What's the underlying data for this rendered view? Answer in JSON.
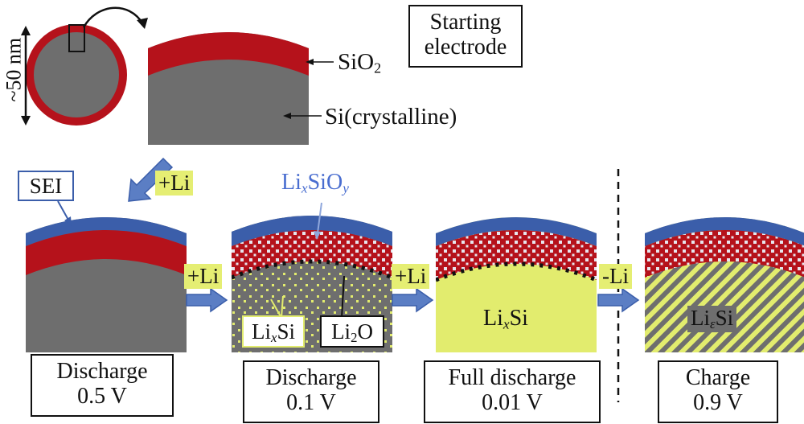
{
  "scale_label": "~50 nm",
  "starting_electrode": {
    "line1": "Starting",
    "line2": "electrode"
  },
  "labels": {
    "sio2": {
      "main": "SiO",
      "sub": "2"
    },
    "si_crystalline": "Si(crystalline)",
    "sei": "SEI",
    "lixsioy": {
      "a": "Li",
      "x": "x",
      "b": "SiO",
      "y": "y"
    },
    "lixsi_small": {
      "a": "Li",
      "x": "x",
      "b": "Si"
    },
    "li2o": {
      "a": "Li",
      "sub": "2",
      "b": "O"
    },
    "lixsi_big": {
      "a": "Li",
      "x": "x",
      "b": "Si"
    },
    "liesi": {
      "a": "Li",
      "e": "ε",
      "b": "Si"
    }
  },
  "steps": {
    "plus_li_1": "+Li",
    "plus_li_2": "+Li",
    "plus_li_3": "+Li",
    "minus_li": "-Li"
  },
  "stages": [
    {
      "name": "Discharge",
      "voltage": "0.5 V"
    },
    {
      "name": "Discharge",
      "voltage": "0.1 V"
    },
    {
      "name": "Full discharge",
      "voltage": "0.01 V"
    },
    {
      "name": "Charge",
      "voltage": "0.9 V"
    }
  ],
  "colors": {
    "oxide_red": "#b5121b",
    "si_gray": "#6e6e6e",
    "sei_blue": "#3b5eaa",
    "lithium_yellow": "#e2ec6e",
    "arrow_blue": "#5b7ec4",
    "dot_white": "#e6e6ee",
    "li2o_black": "#111111"
  }
}
